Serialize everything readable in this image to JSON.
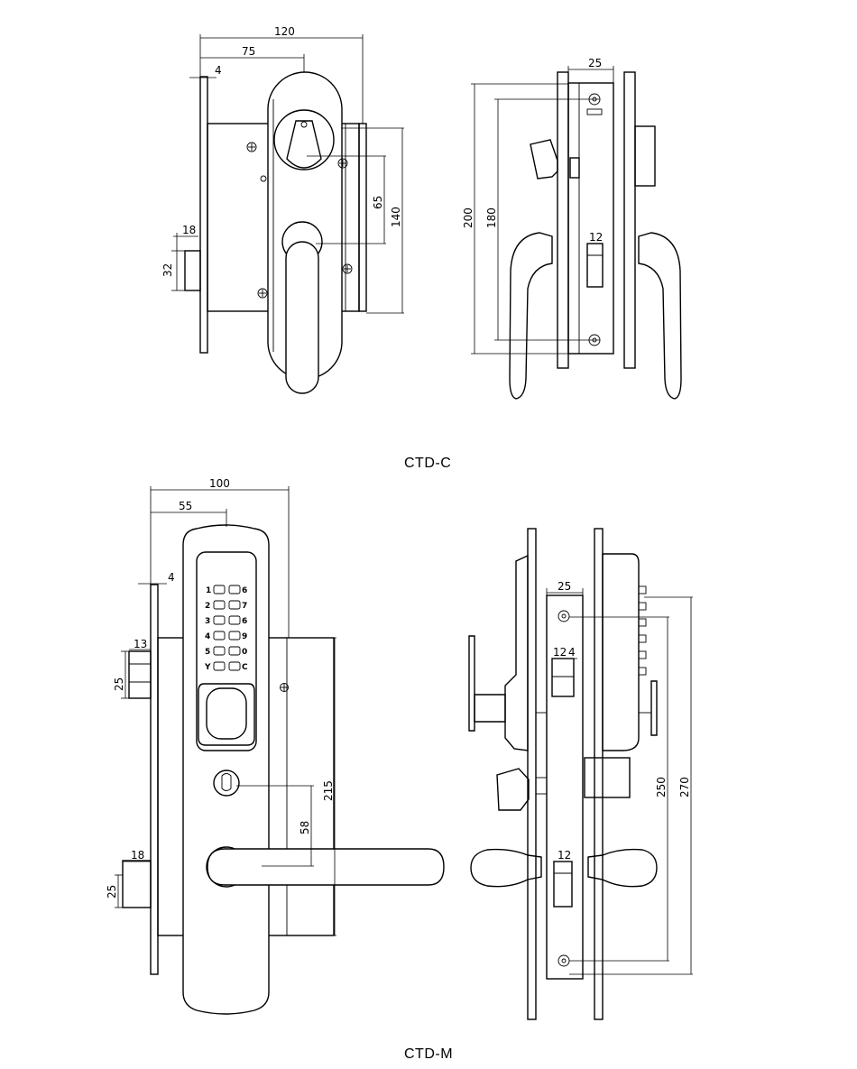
{
  "captions": {
    "top": "CTD-C",
    "bottom": "CTD-M"
  },
  "ctd_c": {
    "front_dims": {
      "d120": "120",
      "d75": "75",
      "d4": "4",
      "d65": "65",
      "d140": "140",
      "d18": "18",
      "d32": "32"
    },
    "side_dims": {
      "d25": "25",
      "d200": "200",
      "d180": "180",
      "d12": "12"
    }
  },
  "ctd_m": {
    "front_dims": {
      "d100": "100",
      "d55": "55",
      "d4": "4",
      "d13": "13",
      "d25a": "25",
      "d215": "215",
      "d58": "58",
      "d18": "18",
      "d25b": "25"
    },
    "side_dims": {
      "d25": "25",
      "d12a": "12",
      "d4": "4",
      "d250": "250",
      "d270": "270",
      "d12b": "12"
    },
    "keypad": {
      "k1": "1",
      "k2": "2",
      "k3": "3",
      "k4": "4",
      "k5": "5",
      "kY": "Y",
      "k6a": "6",
      "k7": "7",
      "k6b": "6",
      "k9": "9",
      "k0": "0",
      "kC": "C"
    }
  }
}
